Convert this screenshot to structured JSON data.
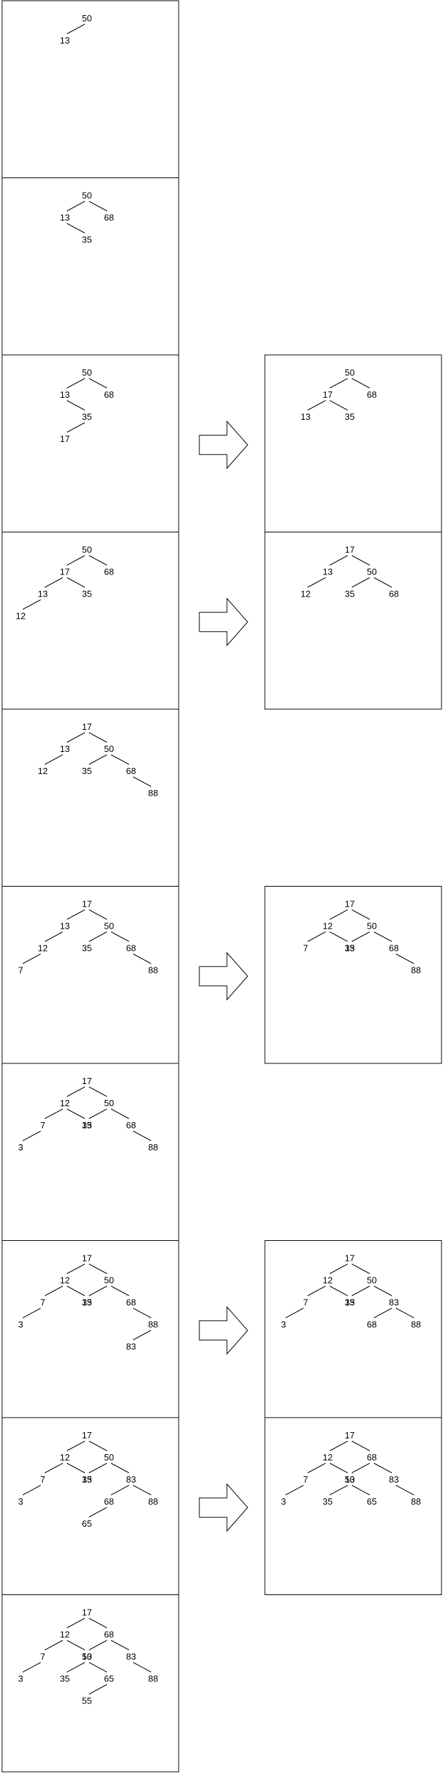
{
  "steps": [
    {
      "tree": {
        "v": "50",
        "l": {
          "v": "13"
        }
      }
    },
    {
      "tree": {
        "v": "50",
        "l": {
          "v": "13",
          "r": {
            "v": "35"
          }
        },
        "r": {
          "v": "68"
        }
      }
    },
    {
      "tree": {
        "v": "50",
        "l": {
          "v": "13",
          "r": {
            "v": "35",
            "l": {
              "v": "17"
            }
          }
        },
        "r": {
          "v": "68"
        }
      },
      "result": {
        "v": "50",
        "l": {
          "v": "17",
          "l": {
            "v": "13"
          },
          "r": {
            "v": "35"
          }
        },
        "r": {
          "v": "68"
        }
      }
    },
    {
      "tree": {
        "v": "50",
        "l": {
          "v": "17",
          "l": {
            "v": "13",
            "l": {
              "v": "12"
            }
          },
          "r": {
            "v": "35"
          }
        },
        "r": {
          "v": "68"
        }
      },
      "result": {
        "v": "17",
        "l": {
          "v": "13",
          "l": {
            "v": "12"
          }
        },
        "r": {
          "v": "50",
          "l": {
            "v": "35"
          },
          "r": {
            "v": "68"
          }
        }
      }
    },
    {
      "tree": {
        "v": "17",
        "l": {
          "v": "13",
          "l": {
            "v": "12"
          }
        },
        "r": {
          "v": "50",
          "l": {
            "v": "35"
          },
          "r": {
            "v": "68",
            "r": {
              "v": "88"
            }
          }
        }
      }
    },
    {
      "tree": {
        "v": "17",
        "l": {
          "v": "13",
          "l": {
            "v": "12",
            "l": {
              "v": "7"
            }
          }
        },
        "r": {
          "v": "50",
          "l": {
            "v": "35"
          },
          "r": {
            "v": "68",
            "r": {
              "v": "88"
            }
          }
        }
      },
      "result": {
        "v": "17",
        "l": {
          "v": "12",
          "l": {
            "v": "7"
          },
          "r": {
            "v": "13"
          }
        },
        "r": {
          "v": "50",
          "l": {
            "v": "35"
          },
          "r": {
            "v": "68",
            "r": {
              "v": "88"
            }
          }
        }
      }
    },
    {
      "tree": {
        "v": "17",
        "l": {
          "v": "12",
          "l": {
            "v": "7",
            "l": {
              "v": "3"
            }
          },
          "r": {
            "v": "13"
          }
        },
        "r": {
          "v": "50",
          "l": {
            "v": "35"
          },
          "r": {
            "v": "68",
            "r": {
              "v": "88"
            }
          }
        }
      }
    },
    {
      "tree": {
        "v": "17",
        "l": {
          "v": "12",
          "l": {
            "v": "7",
            "l": {
              "v": "3"
            }
          },
          "r": {
            "v": "13"
          }
        },
        "r": {
          "v": "50",
          "l": {
            "v": "35"
          },
          "r": {
            "v": "68",
            "r": {
              "v": "88",
              "l": {
                "v": "83"
              }
            }
          }
        }
      },
      "result": {
        "v": "17",
        "l": {
          "v": "12",
          "l": {
            "v": "7",
            "l": {
              "v": "3"
            }
          },
          "r": {
            "v": "13"
          }
        },
        "r": {
          "v": "50",
          "l": {
            "v": "35"
          },
          "r": {
            "v": "83",
            "l": {
              "v": "68"
            },
            "r": {
              "v": "88"
            }
          }
        }
      }
    },
    {
      "tree": {
        "v": "17",
        "l": {
          "v": "12",
          "l": {
            "v": "7",
            "l": {
              "v": "3"
            }
          },
          "r": {
            "v": "13"
          }
        },
        "r": {
          "v": "50",
          "l": {
            "v": "35"
          },
          "r": {
            "v": "83",
            "l": {
              "v": "68",
              "l": {
                "v": "65"
              }
            },
            "r": {
              "v": "88"
            }
          }
        }
      },
      "result": {
        "v": "17",
        "l": {
          "v": "12",
          "l": {
            "v": "7",
            "l": {
              "v": "3"
            }
          },
          "r": {
            "v": "13"
          }
        },
        "r": {
          "v": "68",
          "l": {
            "v": "50",
            "l": {
              "v": "35"
            },
            "r": {
              "v": "65"
            }
          },
          "r": {
            "v": "83",
            "r": {
              "v": "88"
            }
          }
        }
      }
    },
    {
      "tree": {
        "v": "17",
        "l": {
          "v": "12",
          "l": {
            "v": "7",
            "l": {
              "v": "3"
            }
          },
          "r": {
            "v": "13"
          }
        },
        "r": {
          "v": "68",
          "l": {
            "v": "50",
            "l": {
              "v": "35"
            },
            "r": {
              "v": "65",
              "l": {
                "v": "55"
              }
            }
          },
          "r": {
            "v": "83",
            "r": {
              "v": "88"
            }
          }
        }
      }
    }
  ]
}
